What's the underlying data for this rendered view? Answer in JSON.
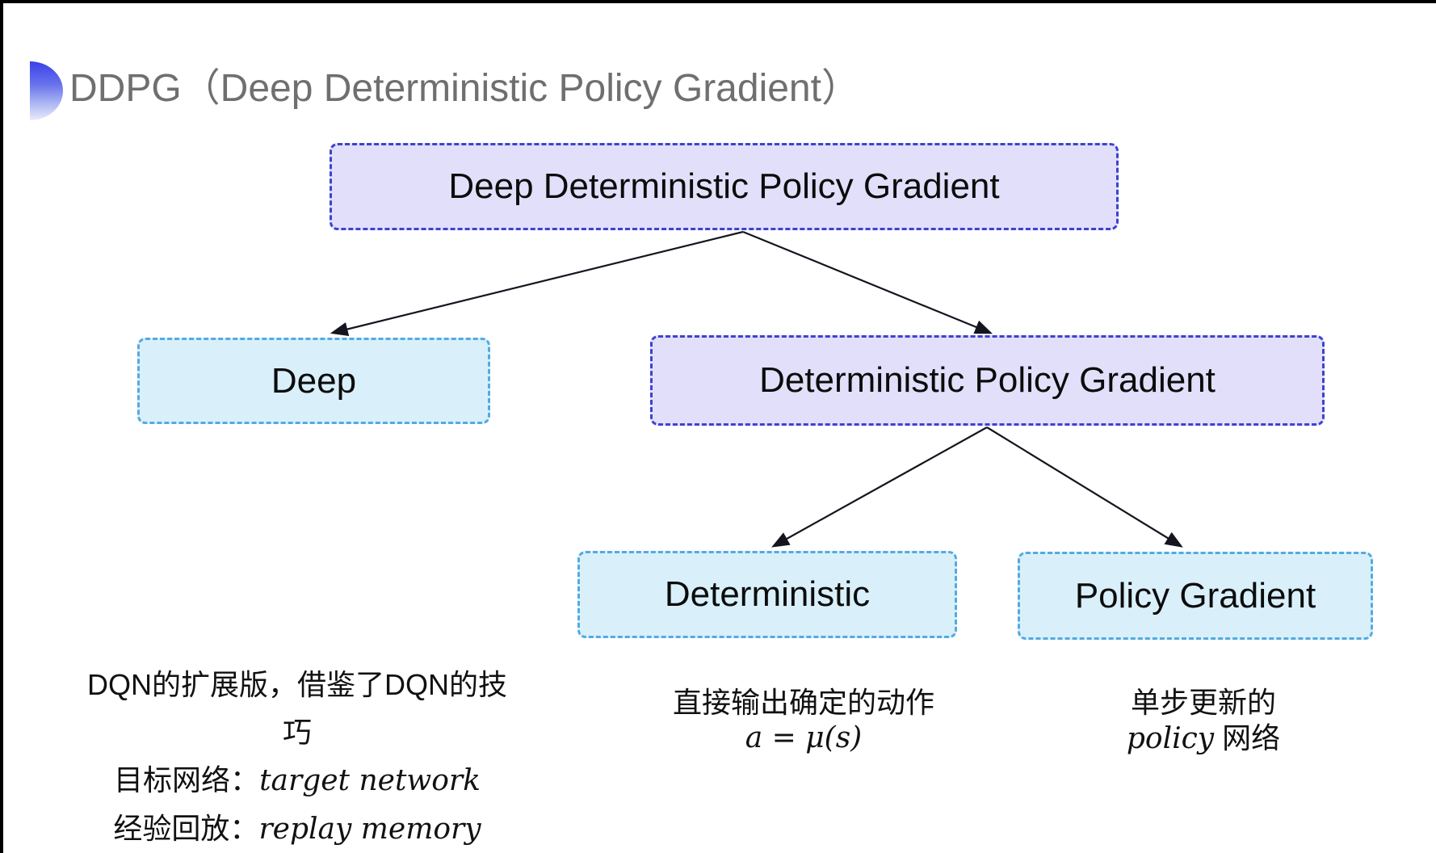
{
  "header": {
    "title": "DDPG（Deep Deterministic Policy Gradient）"
  },
  "tree": {
    "root": {
      "label": "Deep Deterministic Policy Gradient",
      "variant": "purple"
    },
    "level2": [
      {
        "label": "Deep",
        "variant": "cyan"
      },
      {
        "label": "Deterministic Policy Gradient",
        "variant": "purple"
      }
    ],
    "level3": [
      {
        "label": "Deterministic",
        "variant": "cyan"
      },
      {
        "label": "Policy Gradient",
        "variant": "cyan"
      }
    ]
  },
  "notes": {
    "deep": {
      "line1": "DQN的扩展版，借鉴了DQN的技巧",
      "line2_label": "目标网络：",
      "line2_term": "target network",
      "line3_label": "经验回放：",
      "line3_term": "replay memory"
    },
    "deterministic": {
      "line1": "直接输出确定的动作",
      "formula": "a = μ(s)"
    },
    "policy_gradient": {
      "line1": "单步更新的",
      "line2_term": "policy",
      "line2_suffix": " 网络"
    }
  },
  "colors": {
    "purple_node_fill": "#e2dffa",
    "purple_node_border": "#3e42cf",
    "cyan_node_fill": "#d9f0fb",
    "cyan_node_border": "#54aadf",
    "title_text": "#6f6f6f",
    "arrow": "#15151f",
    "bullet_gradient_top": "#3a40e8",
    "bullet_gradient_bottom": "#e9ecfc"
  }
}
